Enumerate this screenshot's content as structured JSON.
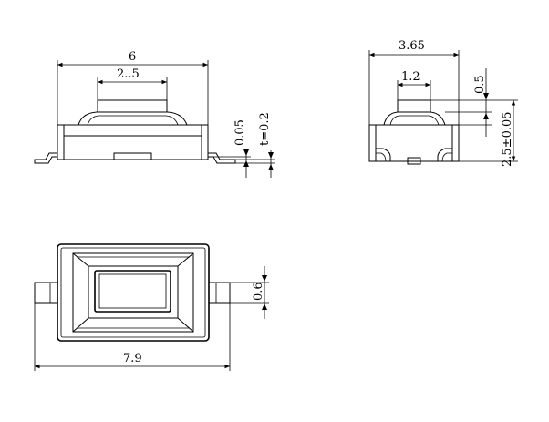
{
  "front_view": {
    "width_label": "6",
    "actuator_label": "2..5",
    "gap_label": "0.05",
    "thickness_label": "t=0.2"
  },
  "side_view": {
    "width_label": "3.65",
    "actuator_label": "1.2",
    "travel_label": "0.5",
    "height_label": "2.5±0.05"
  },
  "top_view": {
    "overall_label": "7.9",
    "terminal_label": "0.6"
  },
  "colors": {
    "line": "#000000",
    "background": "#ffffff"
  }
}
